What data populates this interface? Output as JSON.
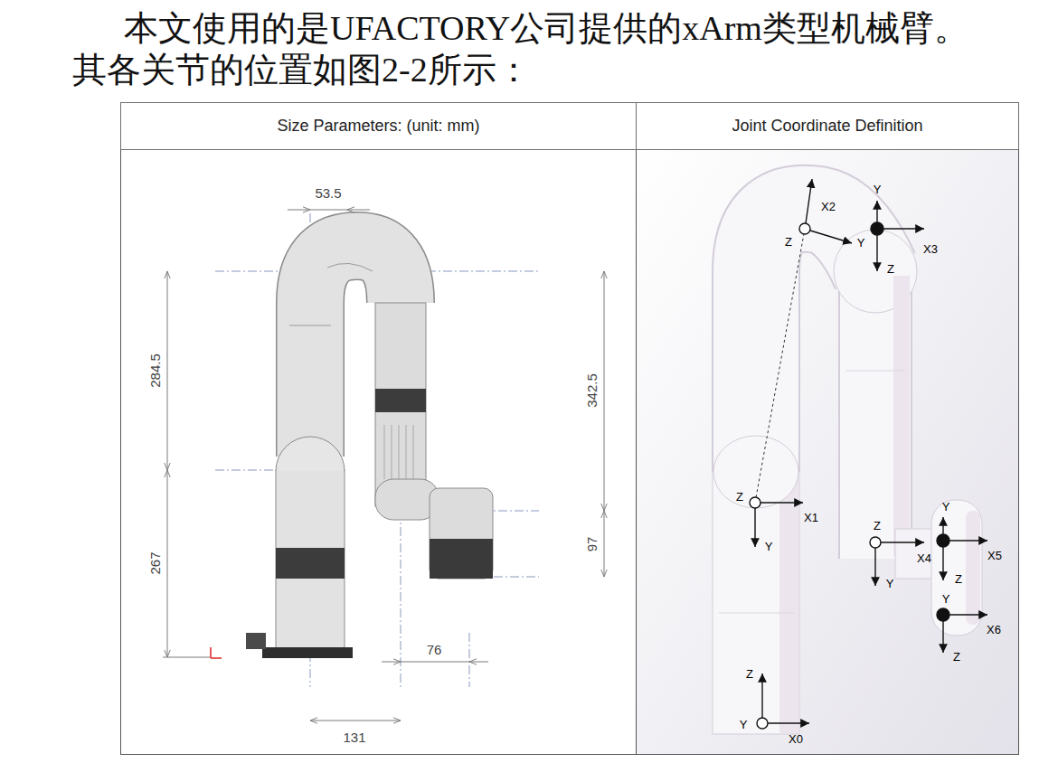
{
  "diagram": {
    "nodes": [
      {
        "text": [
          "Size Parameters: (unit: mm)"
        ]
      },
      {
        "text": [
          "Joint Coordinate Definition"
        ]
      }
    ],
    "labels": [
      "本文使用的是UFACTORY公司提供的xArm类型机械臂。其各关节的位置如图2-2所示：",
      "53.5",
      "284.5",
      "342.5",
      "267",
      "97",
      "76",
      "131",
      "X2",
      "Z",
      "Y",
      "Y",
      "X3",
      "Z",
      "Z",
      "X1",
      "Y",
      "Z",
      "X4",
      "Y",
      "Y",
      "X5",
      "Z",
      "Y",
      "X6",
      "Z",
      "Z",
      "Y",
      "X0"
    ]
  }
}
